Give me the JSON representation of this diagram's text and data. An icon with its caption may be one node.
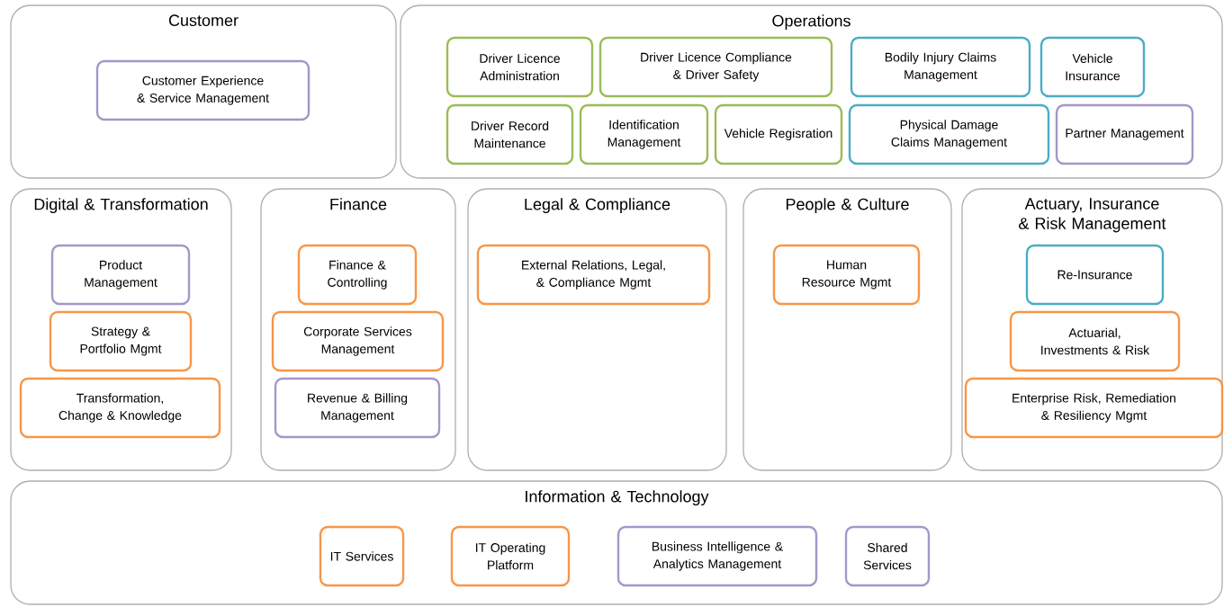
{
  "diagram": {
    "nodes": [
      {
        "text": [
          "Customer"
        ]
      },
      {
        "text": [
          "Customer Experience & Service Management"
        ],
        "in": 0
      },
      {
        "text": [
          "Operations"
        ]
      },
      {
        "text": [
          "Driver Licence Administration"
        ],
        "in": 2
      },
      {
        "text": [
          "Driver Licence Compliance & Driver Safety"
        ],
        "in": 2
      },
      {
        "text": [
          "Bodily Injury Claims Management"
        ],
        "in": 2
      },
      {
        "text": [
          "Vehicle Insurance"
        ],
        "in": 2
      },
      {
        "text": [
          "Driver Record Maintenance"
        ],
        "in": 2
      },
      {
        "text": [
          "Identification Management"
        ],
        "in": 2
      },
      {
        "text": [
          "Vehicle Regisration"
        ],
        "in": 2
      },
      {
        "text": [
          "Physical Damage Claims Management"
        ],
        "in": 2
      },
      {
        "text": [
          "Partner Management"
        ],
        "in": 2
      },
      {
        "text": [
          "Digital & Transformation"
        ]
      },
      {
        "text": [
          "Product Management"
        ],
        "in": 12
      },
      {
        "text": [
          "Strategy & Portfolio Mgmt"
        ],
        "in": 12
      },
      {
        "text": [
          "Transformation, Change & Knowledge"
        ],
        "in": 12
      },
      {
        "text": [
          "Finance"
        ]
      },
      {
        "text": [
          "Finance & Controlling"
        ],
        "in": 16
      },
      {
        "text": [
          "Corporate Services Management"
        ],
        "in": 16
      },
      {
        "text": [
          "Revenue & Billing Management"
        ],
        "in": 16
      },
      {
        "text": [
          "Legal & Compliance"
        ]
      },
      {
        "text": [
          "External Relations, Legal, & Compliance Mgmt"
        ],
        "in": 20
      },
      {
        "text": [
          "People & Culture"
        ]
      },
      {
        "text": [
          "Human Resource Mgmt"
        ],
        "in": 22
      },
      {
        "text": [
          "Actuary, Insurance & Risk Management"
        ]
      },
      {
        "text": [
          "Re-Insurance"
        ],
        "in": 24
      },
      {
        "text": [
          "Actuarial, Investments & Risk"
        ],
        "in": 24
      },
      {
        "text": [
          "Enterprise Risk, Remediation & Resiliency Mgmt"
        ],
        "in": 24
      },
      {
        "text": [
          "Information & Technology"
        ]
      },
      {
        "text": [
          "IT Services"
        ],
        "in": 28
      },
      {
        "text": [
          "IT Operating Platform"
        ],
        "in": 28
      },
      {
        "text": [
          "Business Intelligence & Analytics Management"
        ],
        "in": 28
      },
      {
        "text": [
          "Shared Services"
        ],
        "in": 28
      }
    ]
  }
}
